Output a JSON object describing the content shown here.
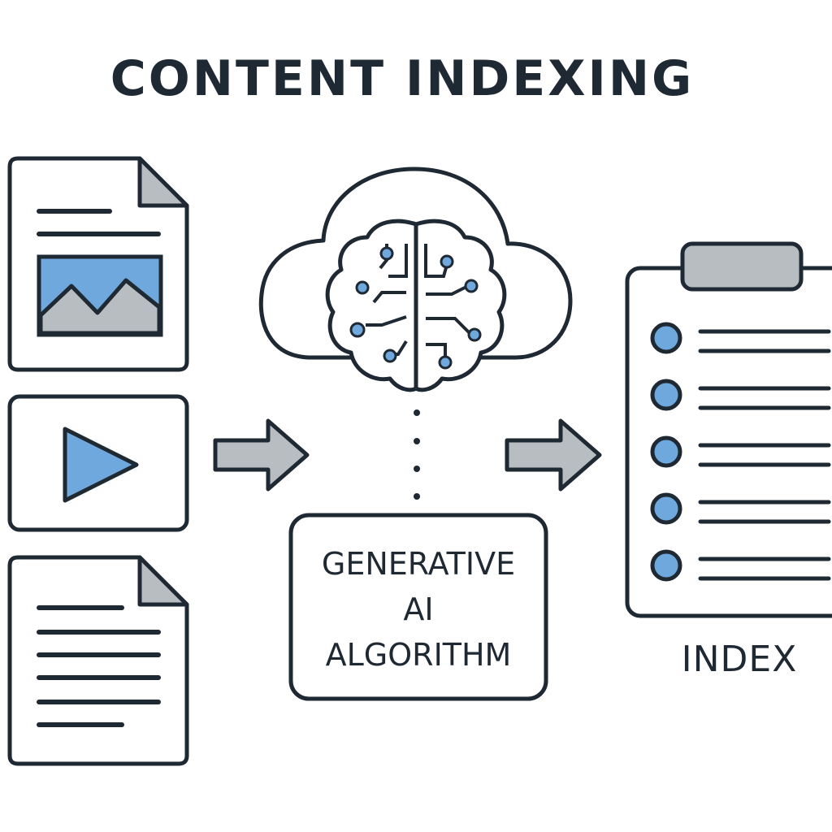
{
  "title": "CONTENT INDEXING",
  "algorithm": {
    "line1": "GENERATIVE",
    "line2": "AI",
    "line3": "ALGORITHM"
  },
  "index": {
    "label": "INDEX",
    "entry_count": 5
  },
  "icons": {
    "inputs": [
      "image-document-icon",
      "video-play-icon",
      "text-document-icon"
    ],
    "processor": "cloud-brain-icon",
    "output": "clipboard-index-icon"
  },
  "colors": {
    "stroke": "#1f2933",
    "accent_blue": "#6fa8dc",
    "neutral_gray": "#b8bdc2",
    "background": "#ffffff"
  }
}
